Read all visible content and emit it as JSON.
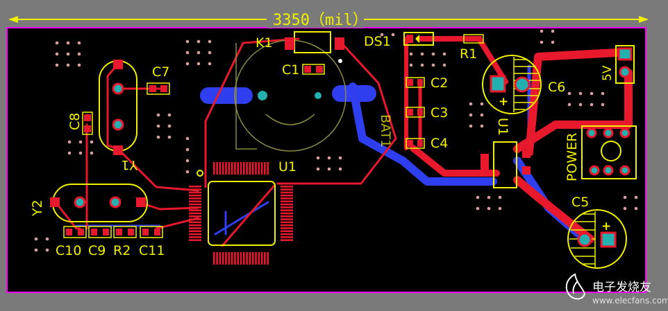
{
  "dimension": {
    "text": "3350（mil）"
  },
  "designators": {
    "k1": "K1",
    "ds1": "DS1",
    "r1": "R1",
    "c1": "C1",
    "c7": "C7",
    "c8": "C8",
    "y1": "Y1",
    "y2": "Y2",
    "c2": "C2",
    "c3": "C3",
    "c4": "C4",
    "c6": "C6",
    "c5": "C5",
    "u1": "U1",
    "u1_regulator": "U1",
    "bat1": "BAT1",
    "power": "POWER",
    "v5": "5V",
    "c10": "C10",
    "c9": "C9",
    "r2": "R2",
    "c11": "C11"
  },
  "polarity": {
    "plus": "+"
  },
  "watermark": {
    "brand": "电子发烧友",
    "url": "www.elecfans.com"
  },
  "colors": {
    "board": "#000000",
    "outline": "#ff00ff",
    "top_copper": "#e8192c",
    "bottom_copper": "#2f3ff0",
    "silkscreen": "#f2f200",
    "pad_hole": "#25b0b0",
    "via_dots": "#d8a0a0",
    "frame": "#7a7a7a"
  }
}
